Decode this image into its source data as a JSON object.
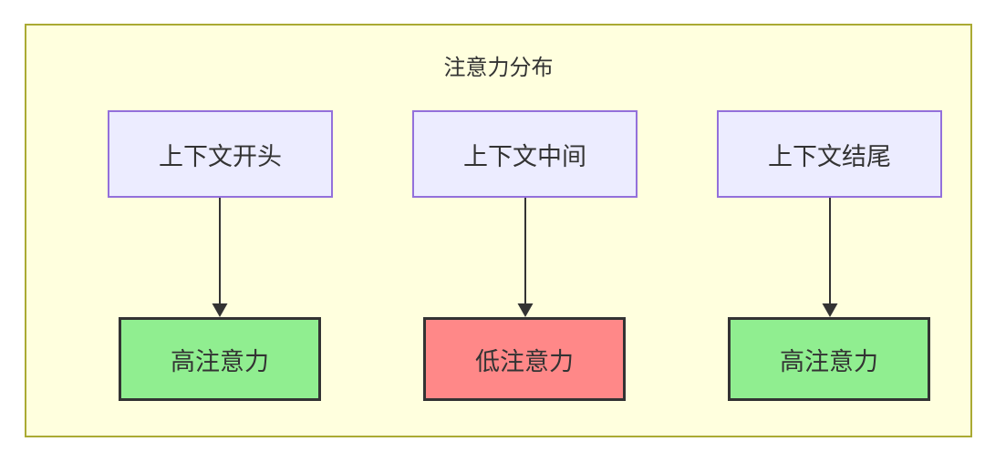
{
  "diagram": {
    "title": "注意力分布",
    "columns": [
      {
        "source": "上下文开头",
        "target": "高注意力",
        "level": "high"
      },
      {
        "source": "上下文中间",
        "target": "低注意力",
        "level": "low"
      },
      {
        "source": "上下文结尾",
        "target": "高注意力",
        "level": "high"
      }
    ],
    "colors": {
      "background": "#ffffde",
      "frame_border": "#aaaa33",
      "node_fill": "#ECECFF",
      "node_border": "#9370DB",
      "high_fill": "#90EE90",
      "low_fill": "#ff8888",
      "emphasis_border": "#333333",
      "arrow": "#333333",
      "text": "#333333"
    }
  }
}
